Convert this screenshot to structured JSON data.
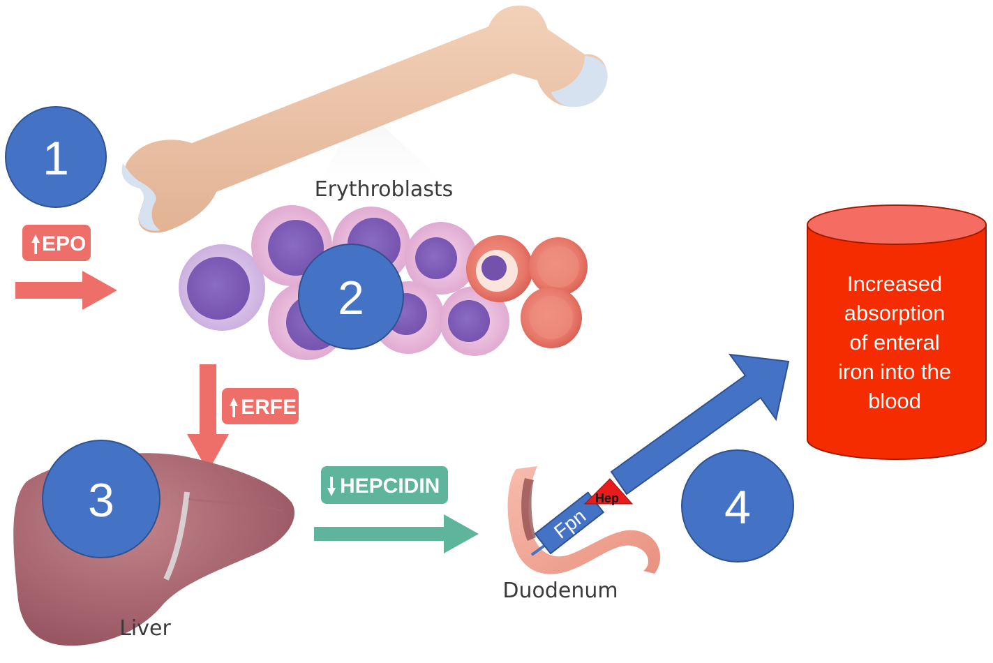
{
  "steps": [
    "1",
    "2",
    "3",
    "4"
  ],
  "signals": {
    "epo": "EPO",
    "erfe": "ERFE",
    "hepcidin": "HEPCIDIN",
    "hep": "Hep",
    "fpn": "Fpn"
  },
  "labels": {
    "erythroblasts": "Erythroblasts",
    "liver": "Liver",
    "duodenum": "Duodenum"
  },
  "result": {
    "lines": [
      "Increased",
      "absorption",
      "of enteral",
      "iron into the",
      "blood"
    ]
  },
  "colors": {
    "step_circle": "#4472c4",
    "signal_red": "#ee6e6a",
    "signal_teal": "#5eb59b",
    "result_red": "#f52c00",
    "blue_arrow": "#4472c4"
  }
}
